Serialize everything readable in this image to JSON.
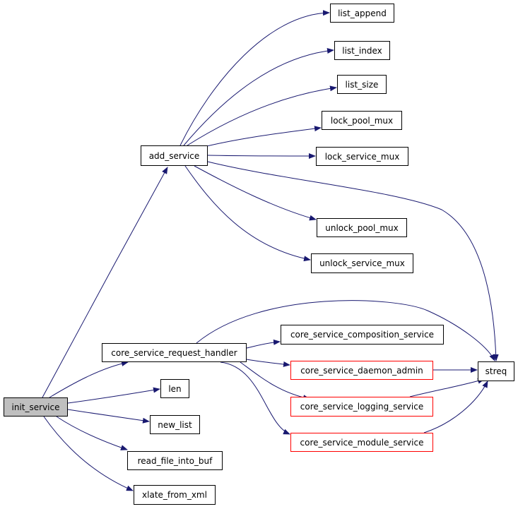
{
  "graph": {
    "root": "init_service",
    "colors": {
      "edge": "#191970",
      "node_border": "#000000",
      "truncated_border": "#ff0000",
      "root_fill": "#bfbfbf",
      "background": "#ffffff"
    },
    "nodes": {
      "init_service": {
        "label": "init_service",
        "style": "root"
      },
      "add_service": {
        "label": "add_service",
        "style": "normal"
      },
      "list_append": {
        "label": "list_append",
        "style": "truncated"
      },
      "list_index": {
        "label": "list_index",
        "style": "normal"
      },
      "list_size": {
        "label": "list_size",
        "style": "normal"
      },
      "lock_pool_mux": {
        "label": "lock_pool_mux",
        "style": "normal"
      },
      "lock_service_mux": {
        "label": "lock_service_mux",
        "style": "normal"
      },
      "unlock_pool_mux": {
        "label": "unlock_pool_mux",
        "style": "normal"
      },
      "unlock_service_mux": {
        "label": "unlock_service_mux",
        "style": "normal"
      },
      "core_service_request_handler": {
        "label": "core_service_request_handler",
        "style": "normal"
      },
      "core_service_composition_service": {
        "label": "core_service_composition_service",
        "style": "normal"
      },
      "core_service_daemon_admin": {
        "label": "core_service_daemon_admin",
        "style": "truncated"
      },
      "core_service_logging_service": {
        "label": "core_service_logging_service",
        "style": "truncated"
      },
      "core_service_module_service": {
        "label": "core_service_module_service",
        "style": "truncated"
      },
      "streq": {
        "label": "streq",
        "style": "normal"
      },
      "len": {
        "label": "len",
        "style": "normal"
      },
      "new_list": {
        "label": "new_list",
        "style": "normal"
      },
      "read_file_into_buf": {
        "label": "read_file_into_buf",
        "style": "normal"
      },
      "xlate_from_xml": {
        "label": "xlate_from_xml",
        "style": "normal"
      }
    },
    "edges": [
      [
        "init_service",
        "add_service"
      ],
      [
        "init_service",
        "core_service_request_handler"
      ],
      [
        "init_service",
        "len"
      ],
      [
        "init_service",
        "new_list"
      ],
      [
        "init_service",
        "read_file_into_buf"
      ],
      [
        "init_service",
        "xlate_from_xml"
      ],
      [
        "add_service",
        "list_append"
      ],
      [
        "add_service",
        "list_index"
      ],
      [
        "add_service",
        "list_size"
      ],
      [
        "add_service",
        "lock_pool_mux"
      ],
      [
        "add_service",
        "lock_service_mux"
      ],
      [
        "add_service",
        "streq"
      ],
      [
        "add_service",
        "unlock_pool_mux"
      ],
      [
        "add_service",
        "unlock_service_mux"
      ],
      [
        "core_service_request_handler",
        "core_service_composition_service"
      ],
      [
        "core_service_request_handler",
        "core_service_daemon_admin"
      ],
      [
        "core_service_request_handler",
        "core_service_logging_service"
      ],
      [
        "core_service_request_handler",
        "core_service_module_service"
      ],
      [
        "core_service_request_handler",
        "streq"
      ],
      [
        "core_service_daemon_admin",
        "streq"
      ],
      [
        "core_service_logging_service",
        "streq"
      ],
      [
        "core_service_module_service",
        "streq"
      ]
    ]
  }
}
